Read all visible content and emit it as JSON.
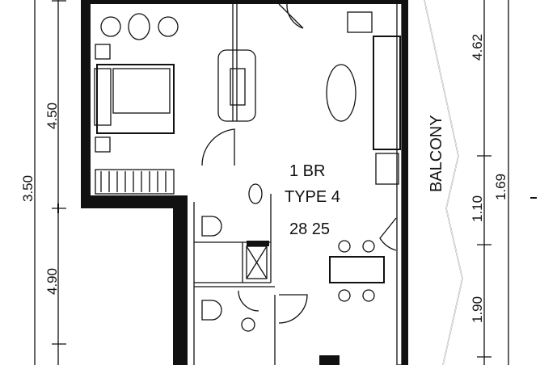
{
  "unit": {
    "name": "1 BR",
    "type": "TYPE 4",
    "code": "28 25"
  },
  "balcony_label": "BALCONY",
  "dimensions": {
    "left_outer": "3.50",
    "left_upper": "4.50",
    "left_lower": "4.90",
    "right_upper": "4.62",
    "right_middle": "1.10",
    "right_outer": "1.69",
    "right_lower": "1.90"
  }
}
